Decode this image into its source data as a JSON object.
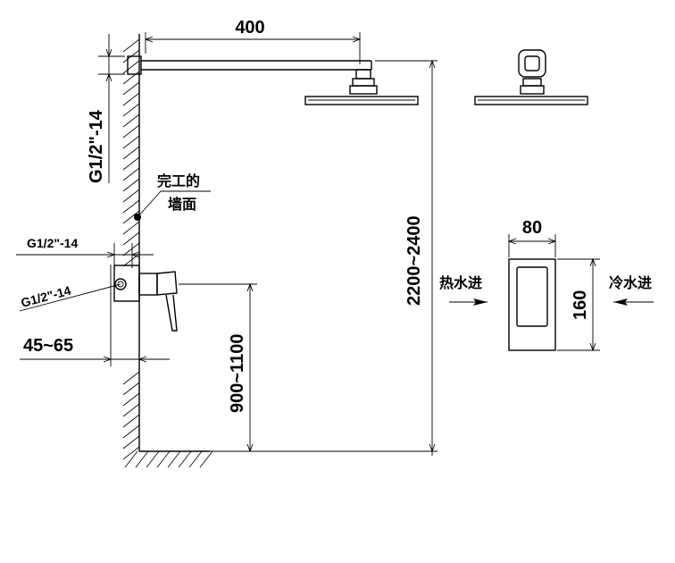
{
  "drawing": {
    "dimensions": {
      "arm_length": "400",
      "shower_height": "2200~2400",
      "valve_height": "900~1100",
      "wall_depth": "45~65",
      "plate_width": "80",
      "plate_height": "160"
    },
    "threads": {
      "vertical_outlet": "G1/2\"-14",
      "valve_top": "G1/2\"-14",
      "valve_side": "G1/2\"-14"
    },
    "notes": {
      "finished_wall_line1": "完工的",
      "finished_wall_line2": "墙面",
      "hot_water_inlet": "热水进",
      "cold_water_inlet": "冷水进"
    }
  }
}
